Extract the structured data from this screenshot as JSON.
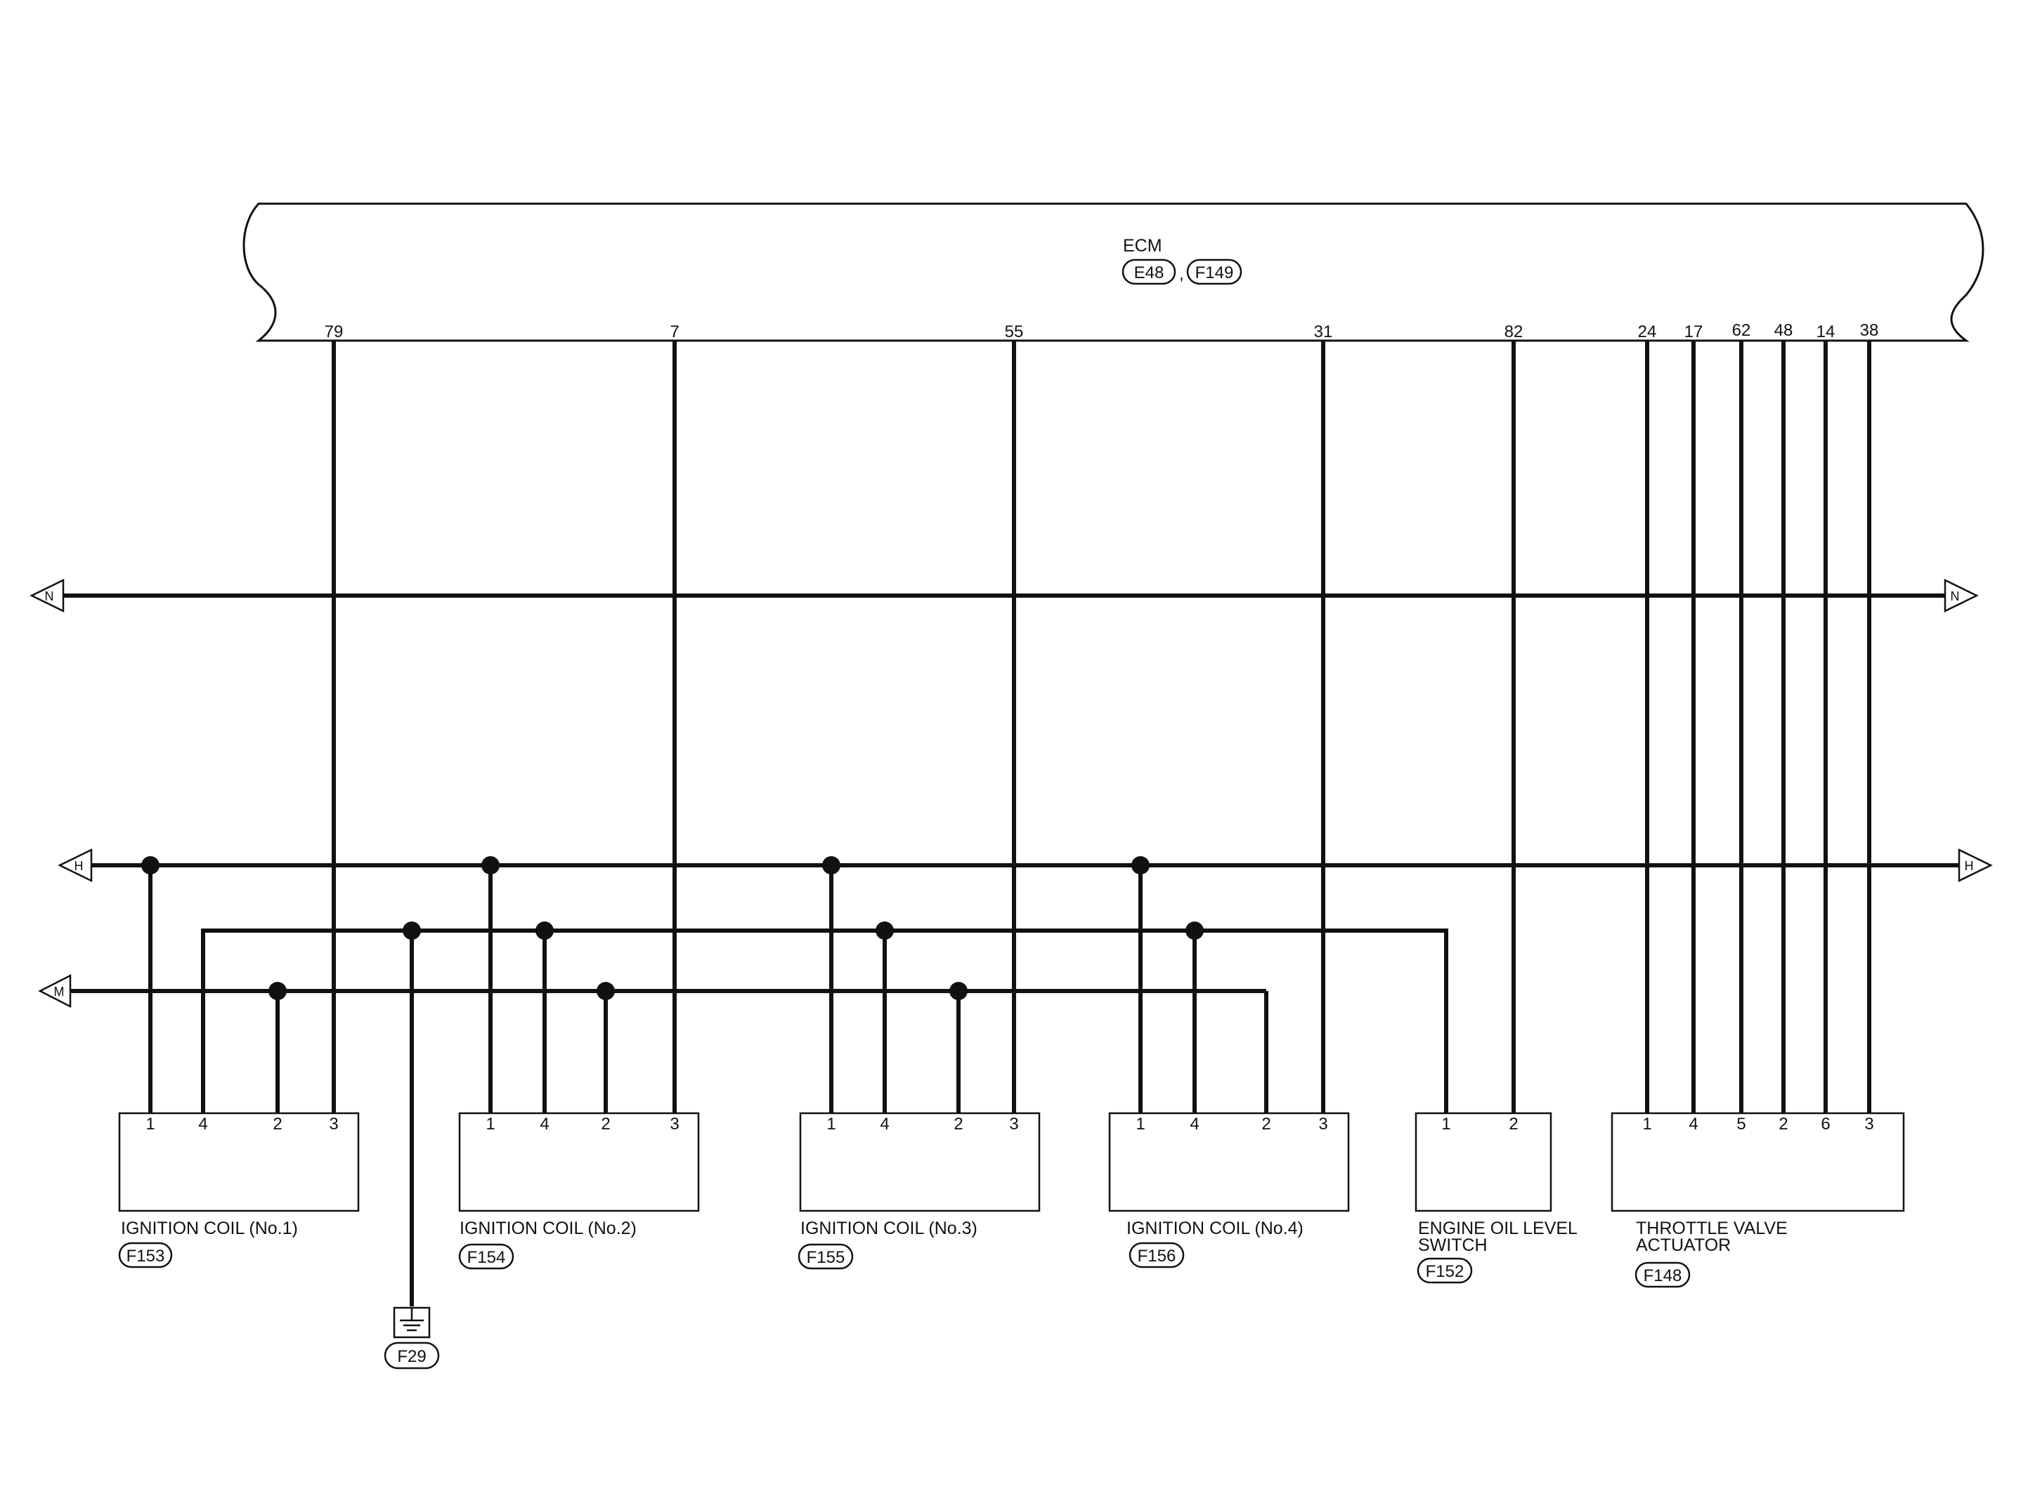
{
  "ecm": {
    "name": "ECM",
    "connectors": [
      "E48",
      "F149"
    ],
    "separator": ","
  },
  "ecm_terminals": [
    "79",
    "7",
    "55",
    "31",
    "82",
    "24",
    "17",
    "62",
    "48",
    "14",
    "38"
  ],
  "buses": {
    "N": "N",
    "H": "H",
    "M": "M"
  },
  "ground": {
    "connector": "F29"
  },
  "components": [
    {
      "id": "coil1",
      "name": "IGNITION COIL (No.1)",
      "connector": "F153",
      "pins": [
        "1",
        "4",
        "2",
        "3"
      ]
    },
    {
      "id": "coil2",
      "name": "IGNITION COIL (No.2)",
      "connector": "F154",
      "pins": [
        "1",
        "4",
        "2",
        "3"
      ]
    },
    {
      "id": "coil3",
      "name": "IGNITION COIL (No.3)",
      "connector": "F155",
      "pins": [
        "1",
        "4",
        "2",
        "3"
      ]
    },
    {
      "id": "coil4",
      "name": "IGNITION COIL (No.4)",
      "connector": "F156",
      "pins": [
        "1",
        "4",
        "2",
        "3"
      ]
    },
    {
      "id": "oil",
      "name_lines": [
        "ENGINE OIL LEVEL",
        "SWITCH"
      ],
      "connector": "F152",
      "pins": [
        "1",
        "2"
      ]
    },
    {
      "id": "throttle",
      "name_lines": [
        "THROTTLE VALVE",
        "ACTUATOR"
      ],
      "connector": "F148",
      "pins": [
        "1",
        "4",
        "5",
        "2",
        "6",
        "3"
      ]
    }
  ]
}
